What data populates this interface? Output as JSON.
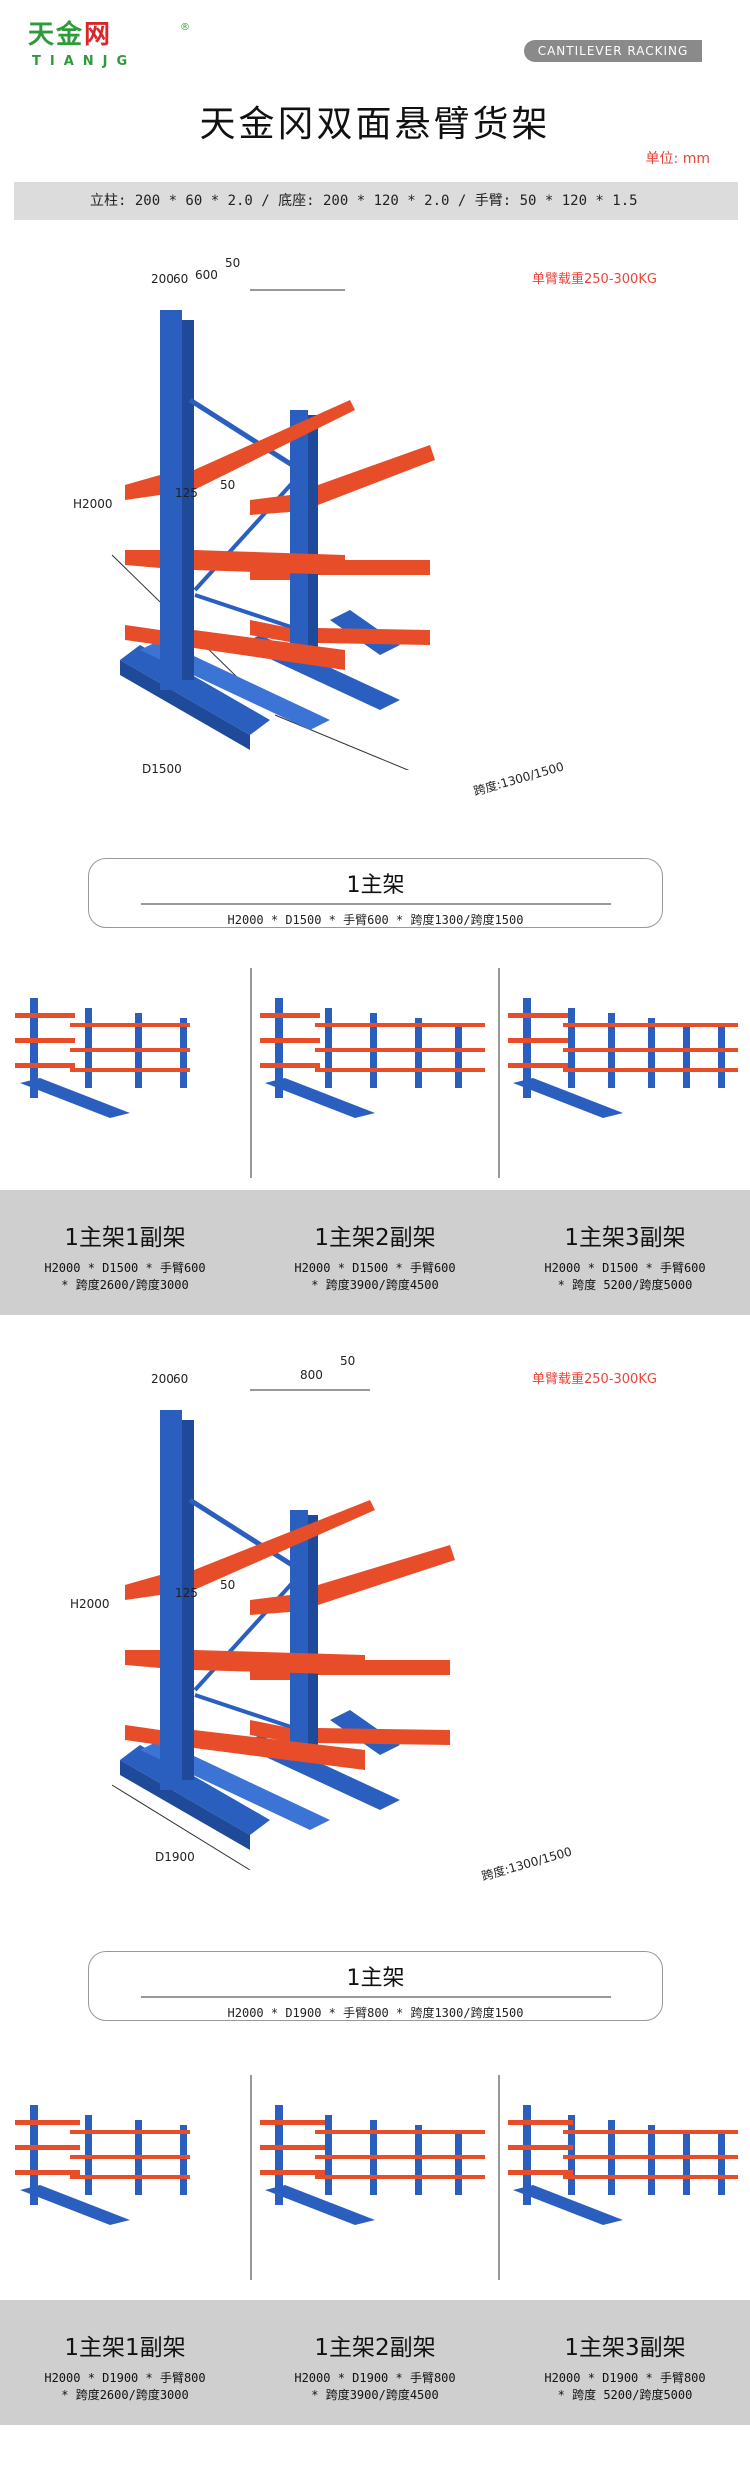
{
  "brand": {
    "logo_cn_left": "天金",
    "logo_cn_right": "网",
    "logo_en": "TIANJG",
    "reg_mark": "®",
    "tag": "CANTILEVER RACKING"
  },
  "title": "天金冈双面悬臂货架",
  "unit_note": "单位: mm",
  "spec_bar": "立柱: 200 * 60 * 2.0 / 底座: 200 * 120 * 2.0 / 手臂: 50 * 120 * 1.5",
  "colors": {
    "rack_blue": "#2a5fbf",
    "arm_orange": "#e84d2a",
    "note_red": "#e8453c",
    "band_gray": "#cfcfcf"
  },
  "sections": [
    {
      "load": "单臂载重250-300KG",
      "dims": {
        "d1": "200",
        "d2": "60",
        "d3": "600",
        "d4": "50",
        "height": "H2000",
        "arm_gap": "125",
        "arm_thick": "50",
        "depth": "D1500",
        "span": "跨度:1300/1500"
      },
      "main": {
        "title": "1主架",
        "spec": "H2000 * D1500 * 手臂600 * 跨度1300/跨度1500"
      },
      "variants": [
        {
          "title": "1主架1副架",
          "spec1": "H2000 * D1500 * 手臂600",
          "spec2": "* 跨度2600/跨度3000"
        },
        {
          "title": "1主架2副架",
          "spec1": "H2000 * D1500 * 手臂600",
          "spec2": "* 跨度3900/跨度4500"
        },
        {
          "title": "1主架3副架",
          "spec1": "H2000 * D1500 * 手臂600",
          "spec2": "* 跨度 5200/跨度5000"
        }
      ]
    },
    {
      "load": "单臂载重250-300KG",
      "dims": {
        "d1": "200",
        "d2": "60",
        "d3": "800",
        "d4": "50",
        "height": "H2000",
        "arm_gap": "125",
        "arm_thick": "50",
        "depth": "D1900",
        "span": "跨度:1300/1500"
      },
      "main": {
        "title": "1主架",
        "spec": "H2000 * D1900 * 手臂800 * 跨度1300/跨度1500"
      },
      "variants": [
        {
          "title": "1主架1副架",
          "spec1": "H2000 * D1900 * 手臂800",
          "spec2": "* 跨度2600/跨度3000"
        },
        {
          "title": "1主架2副架",
          "spec1": "H2000 * D1900 * 手臂800",
          "spec2": "* 跨度3900/跨度4500"
        },
        {
          "title": "1主架3副架",
          "spec1": "H2000 * D1900 * 手臂800",
          "spec2": "* 跨度 5200/跨度5000"
        }
      ]
    }
  ]
}
